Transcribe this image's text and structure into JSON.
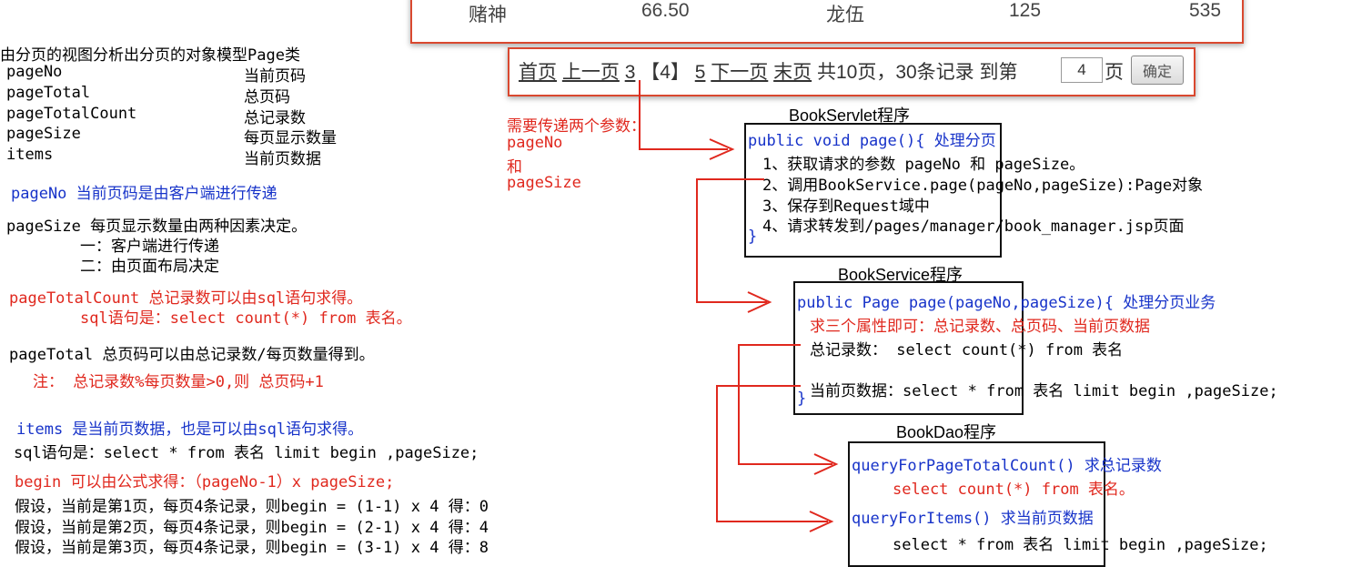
{
  "table_row": {
    "col1": "赌神",
    "col2": "66.50",
    "col3": "龙伍",
    "col4": "125",
    "col5": "535"
  },
  "pager": {
    "first": "首页",
    "prev": "上一页",
    "page3": "3",
    "current": "【4】",
    "page5": "5",
    "next": "下一页",
    "last": "末页",
    "summary": "共10页，30条记录 到第",
    "input_value": "4",
    "suffix": "页",
    "confirm": "确定"
  },
  "left": {
    "title": "由分页的视图分析出分页的对象模型Page类",
    "fields": [
      {
        "name": "pageNo",
        "desc": "当前页码"
      },
      {
        "name": "pageTotal",
        "desc": "总页码"
      },
      {
        "name": "pageTotalCount",
        "desc": "总记录数"
      },
      {
        "name": "pageSize",
        "desc": "每页显示数量"
      },
      {
        "name": "items",
        "desc": "当前页数据"
      }
    ],
    "pageNo_note": "pageNo 当前页码是由客户端进行传递",
    "pageSize_note": "pageSize 每页显示数量由两种因素决定。",
    "pageSize_1": "一：客户端进行传递",
    "pageSize_2": "二：由页面布局决定",
    "totalCount_note": "pageTotalCount 总记录数可以由sql语句求得。",
    "totalCount_sql": "sql语句是：select count(*) from 表名。",
    "pageTotal_note": "pageTotal 总页码可以由总记录数/每页数量得到。",
    "pageTotal_tip": "注： 总记录数%每页数量>0,则 总页码+1",
    "items_note": "items 是当前页数据，也是可以由sql语句求得。",
    "items_sql": "sql语句是：select * from 表名 limit begin ,pageSize;",
    "begin_note": "begin 可以由公式求得：（pageNo-1）x pageSize;",
    "examples": [
      "假设，当前是第1页，每页4条记录，则begin = (1-1) x 4 得：0",
      "假设，当前是第2页，每页4条记录，则begin = (2-1) x 4 得：4",
      "假设，当前是第3页，每页4条记录，则begin = (3-1) x 4 得：8"
    ]
  },
  "params": {
    "title": "需要传递两个参数：",
    "p1": "pageNo",
    "and": "和",
    "p2": "pageSize"
  },
  "servlet": {
    "title": "BookServlet程序",
    "sig": "public void page(){",
    "sig_comment": "处理分页",
    "steps": [
      "1、获取请求的参数 pageNo 和 pageSize。",
      "2、调用BookService.page(pageNo,pageSize):Page对象",
      "3、保存到Request域中",
      "4、请求转发到/pages/manager/book_manager.jsp页面"
    ],
    "close": "}"
  },
  "service": {
    "title": "BookService程序",
    "sig": "public Page page(pageNo,pageSize){",
    "sig_comment": "处理分页业务",
    "note": "求三个属性即可：总记录数、总页码、当前页数据",
    "count_line": "总记录数： select count(*) from 表名",
    "items_line": "当前页数据：select * from 表名 limit begin ,pageSize;",
    "close": "}"
  },
  "dao": {
    "title": "BookDao程序",
    "m1": "queryForPageTotalCount()",
    "m1_comment": "求总记录数",
    "m1_sql": "select count(*) from 表名。",
    "m2": "queryForItems()",
    "m2_comment": "求当前页数据",
    "m2_sql": "select * from 表名 limit begin ,pageSize;"
  }
}
